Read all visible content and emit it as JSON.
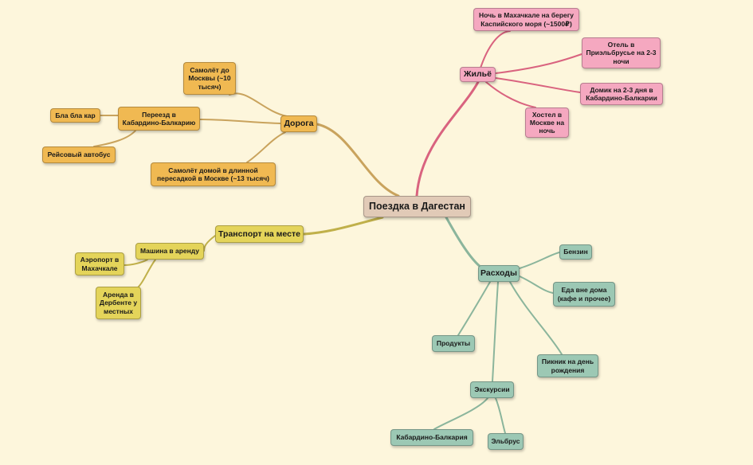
{
  "colors": {
    "background": "#fdf6dc",
    "center": "#e1cab7",
    "road": "#f0b952",
    "road_line": "#c9a35d",
    "housing": "#f5a8c0",
    "housing_line": "#d9637f",
    "transport": "#e4d45a",
    "transport_line": "#c0b04a",
    "expenses": "#9cc8b4",
    "expenses_line": "#8bb59c"
  },
  "mindmap": {
    "center": {
      "label": "Поездка в Дагестан"
    },
    "branches": [
      {
        "id": "housing",
        "label": "Жильё",
        "children": [
          {
            "label": "Ночь в Махачкале на берегу\nКаспийского моря (~1500₽)"
          },
          {
            "label": "Отель в\nПриэльбрусье на 2-3\nночи"
          },
          {
            "label": "Домик на 2-3 дня в\nКабардино-Балкарии"
          },
          {
            "label": "Хостел в\nМоскве на\nночь"
          }
        ]
      },
      {
        "id": "road",
        "label": "Дорога",
        "children": [
          {
            "label": "Самолёт до\nМосквы (~10\nтысяч)"
          },
          {
            "label": "Переезд в\nКабардино-Балкарию",
            "children": [
              {
                "label": "Бла бла кар"
              },
              {
                "label": "Рейсовый автобус"
              }
            ]
          },
          {
            "label": "Самолёт домой в длинной\nпересадкой в Москве (~13 тысяч)"
          }
        ]
      },
      {
        "id": "transport",
        "label": "Транспорт на месте",
        "children": [
          {
            "label": "Машина в аренду",
            "children": [
              {
                "label": "Аэропорт в\nМахачкале"
              },
              {
                "label": "Аренда в\nДербенте у\nместных"
              }
            ]
          }
        ]
      },
      {
        "id": "expenses",
        "label": "Расходы",
        "children": [
          {
            "label": "Бензин"
          },
          {
            "label": "Еда вне дома\n(кафе и прочее)"
          },
          {
            "label": "Пикник на день\nрождения"
          },
          {
            "label": "Продукты"
          },
          {
            "label": "Экскурсии",
            "children": [
              {
                "label": "Кабардино-Балкария"
              },
              {
                "label": "Эльбрус"
              }
            ]
          }
        ]
      }
    ]
  }
}
